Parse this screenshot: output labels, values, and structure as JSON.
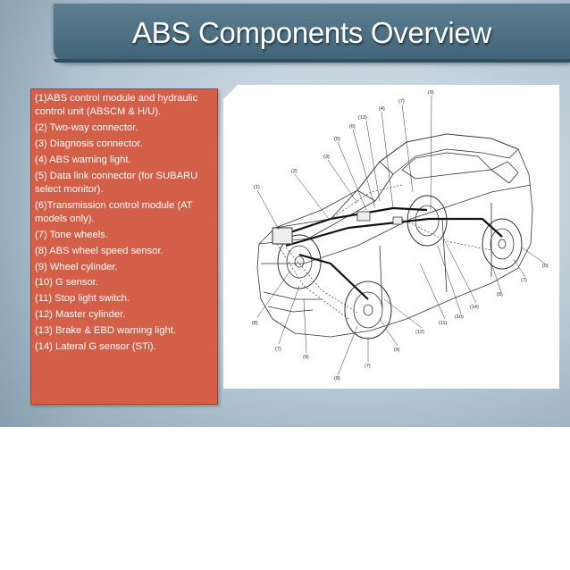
{
  "slide": {
    "title": "ABS Components Overview",
    "components": [
      "(1)ABS control module and hydraulic control unit (ABSCM & H/U).",
      "(2) Two-way connector.",
      "(3) Diagnosis connector.",
      "(4) ABS warning light.",
      "(5) Data link connector (for SUBARU select monitor).",
      "(6)Transmission control module (AT models only).",
      "(7) Tone wheels.",
      "(8) ABS wheel speed sensor.",
      "(9) Wheel cylinder.",
      "(10) G sensor.",
      "(11) Stop light switch.",
      "(12) Master cylinder.",
      "(13) Brake & EBD warning light.",
      "(14) Lateral G sensor (STi)."
    ],
    "diagram_callouts": [
      "(1)",
      "(2)",
      "(3)",
      "(4)",
      "(5)",
      "(6)",
      "(7)",
      "(8)",
      "(9)",
      "(10)",
      "(11)",
      "(12)",
      "(13)",
      "(14)"
    ],
    "colors": {
      "title_bar": "#4d7083",
      "text_box": "#d35f48",
      "background": "#b9cad6"
    }
  }
}
